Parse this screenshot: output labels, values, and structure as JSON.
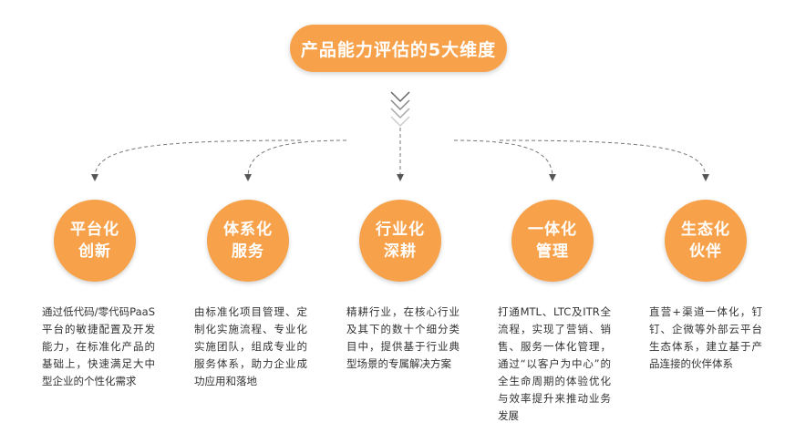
{
  "title": "产品能力评估的5大维度",
  "accent_color": "#F7A24B",
  "dimensions": [
    {
      "line1": "平台化",
      "line2": "创新",
      "desc": "通过低代码/零代码PaaS平台的敏捷配置及开发能力，在标准化产品的基础上，快速满足大中型企业的个性化需求"
    },
    {
      "line1": "体系化",
      "line2": "服务",
      "desc": "由标准化项目管理、定制化实施流程、专业化实施团队，组成专业的服务体系，助力企业成功应用和落地"
    },
    {
      "line1": "行业化",
      "line2": "深耕",
      "desc": "精耕行业，在核心行业及其下的数十个细分类目中，提供基于行业典型场景的专属解决方案"
    },
    {
      "line1": "一体化",
      "line2": "管理",
      "desc": "打通MTL、LTC及ITR全流程，实现了营销、销售、服务一体化管理，通过“以客户为中心”的全生命周期的体验优化与效率提升来推动业务发展"
    },
    {
      "line1": "生态化",
      "line2": "伙伴",
      "desc": "直营+渠道一体化，钉钉、企微等外部云平台生态体系，建立基于产品连接的伙伴体系"
    }
  ]
}
